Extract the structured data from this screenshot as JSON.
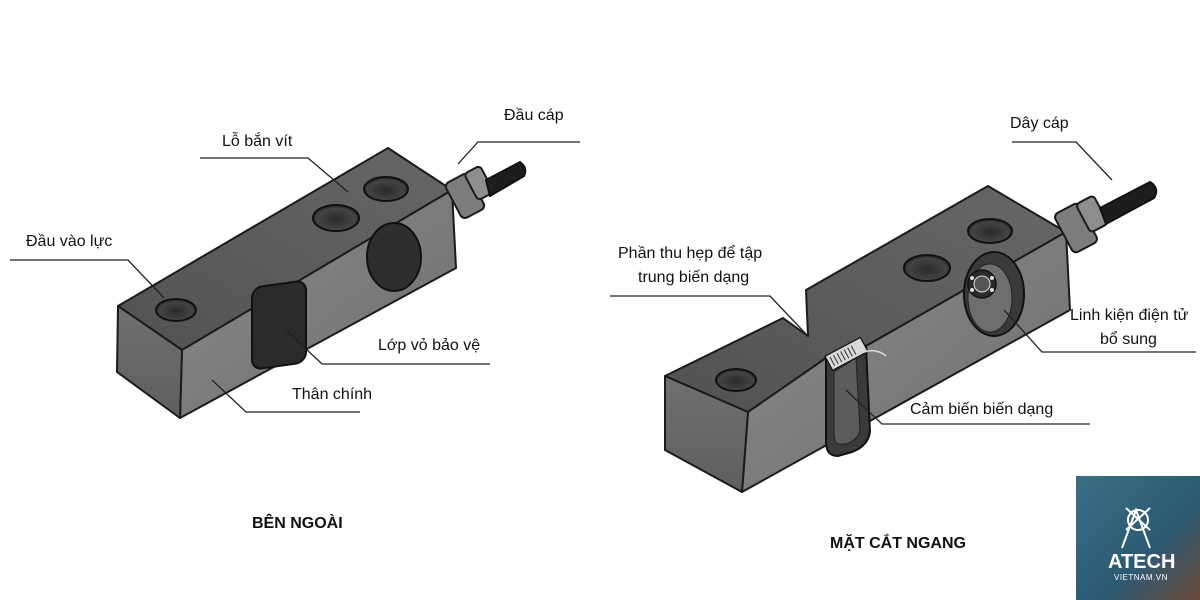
{
  "left_diagram": {
    "title": "BÊN NGOÀI",
    "labels": {
      "cable_head": "Đầu cáp",
      "screw_holes": "Lỗ bắn vít",
      "force_input": "Đầu vào lực",
      "protective_cover": "Lớp vỏ bảo vệ",
      "main_body": "Thân chính"
    }
  },
  "right_diagram": {
    "title": "MẶT CẮT NGANG",
    "labels": {
      "cable": "Dây cáp",
      "narrow_part_line1": "Phần thu hẹp để tập",
      "narrow_part_line2": "trung biến dạng",
      "electronics_line1": "Linh kiện điện tử",
      "electronics_line2": "bổ sung",
      "strain_sensor": "Cảm biến biến dạng"
    }
  },
  "logo": {
    "brand": "ATECH",
    "domain": "VIETNAM.VN"
  },
  "colors": {
    "body_side": "#787878",
    "body_top": "#5a5a5a",
    "body_end": "#6a6a6a",
    "edge": "#1b1b1b",
    "logo_bg": "#2f5f7a"
  }
}
